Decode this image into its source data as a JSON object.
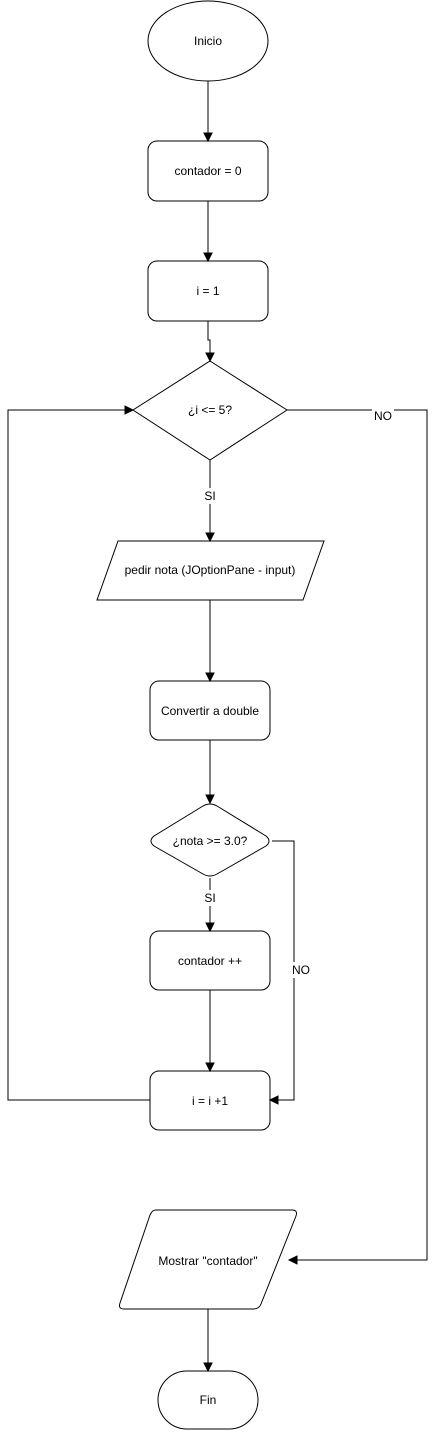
{
  "nodes": {
    "start": "Inicio",
    "init_counter": "contador = 0",
    "init_i": "i = 1",
    "loop_condition": "¿i <= 5?",
    "input_grade": "pedir nota (JOptionPane - input)",
    "convert": "Convertir a double",
    "grade_condition": "¿nota >= 3.0?",
    "increment_counter": "contador ++",
    "increment_i": "i = i +1",
    "output": "Mostrar \"contador\"",
    "end": "Fin"
  },
  "edges": {
    "loop_yes": "SI",
    "loop_no": "NO",
    "grade_yes": "SI",
    "grade_no": "NO"
  }
}
